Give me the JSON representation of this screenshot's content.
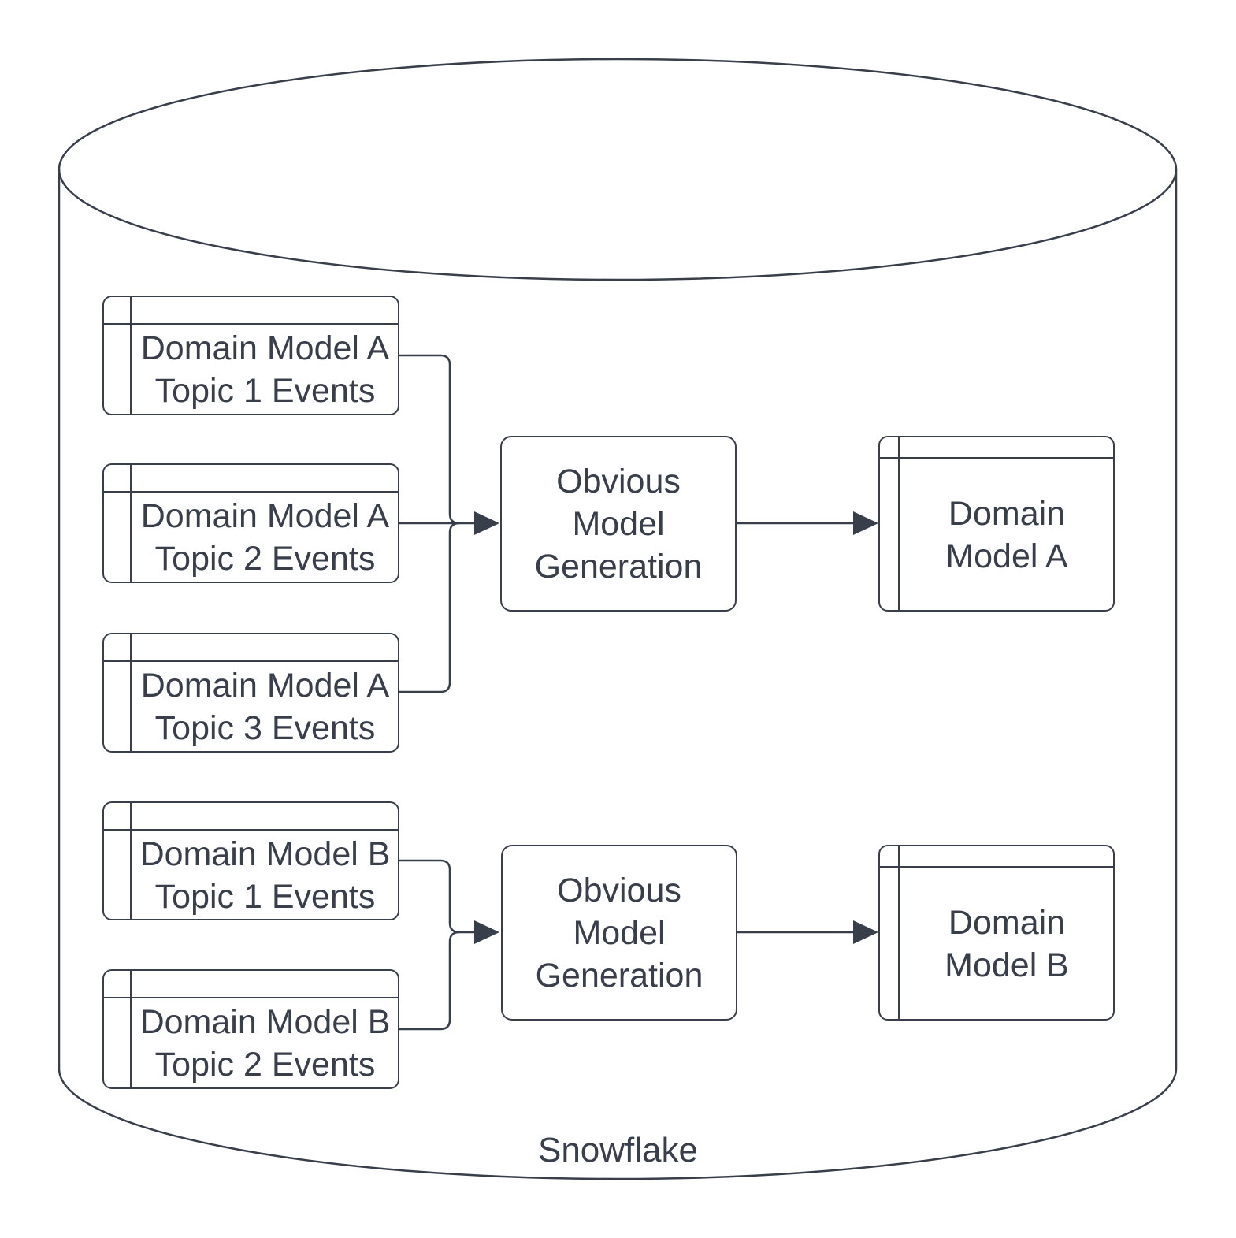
{
  "diagram": {
    "container_label": "Snowflake",
    "colors": {
      "stroke": "#383F4B",
      "text": "#383F4B",
      "background": "#FFFFFF"
    },
    "source_tables": [
      {
        "line1": "Domain Model A",
        "line2": "Topic 1 Events"
      },
      {
        "line1": "Domain Model A",
        "line2": "Topic 2 Events"
      },
      {
        "line1": "Domain Model A",
        "line2": "Topic 3 Events"
      },
      {
        "line1": "Domain Model B",
        "line2": "Topic 1 Events"
      },
      {
        "line1": "Domain Model B",
        "line2": "Topic 2 Events"
      }
    ],
    "processes": [
      {
        "line1": "Obvious",
        "line2": "Model",
        "line3": "Generation"
      },
      {
        "line1": "Obvious",
        "line2": "Model",
        "line3": "Generation"
      }
    ],
    "output_tables": [
      {
        "line1": "Domain",
        "line2": "Model A"
      },
      {
        "line1": "Domain",
        "line2": "Model B"
      }
    ]
  }
}
